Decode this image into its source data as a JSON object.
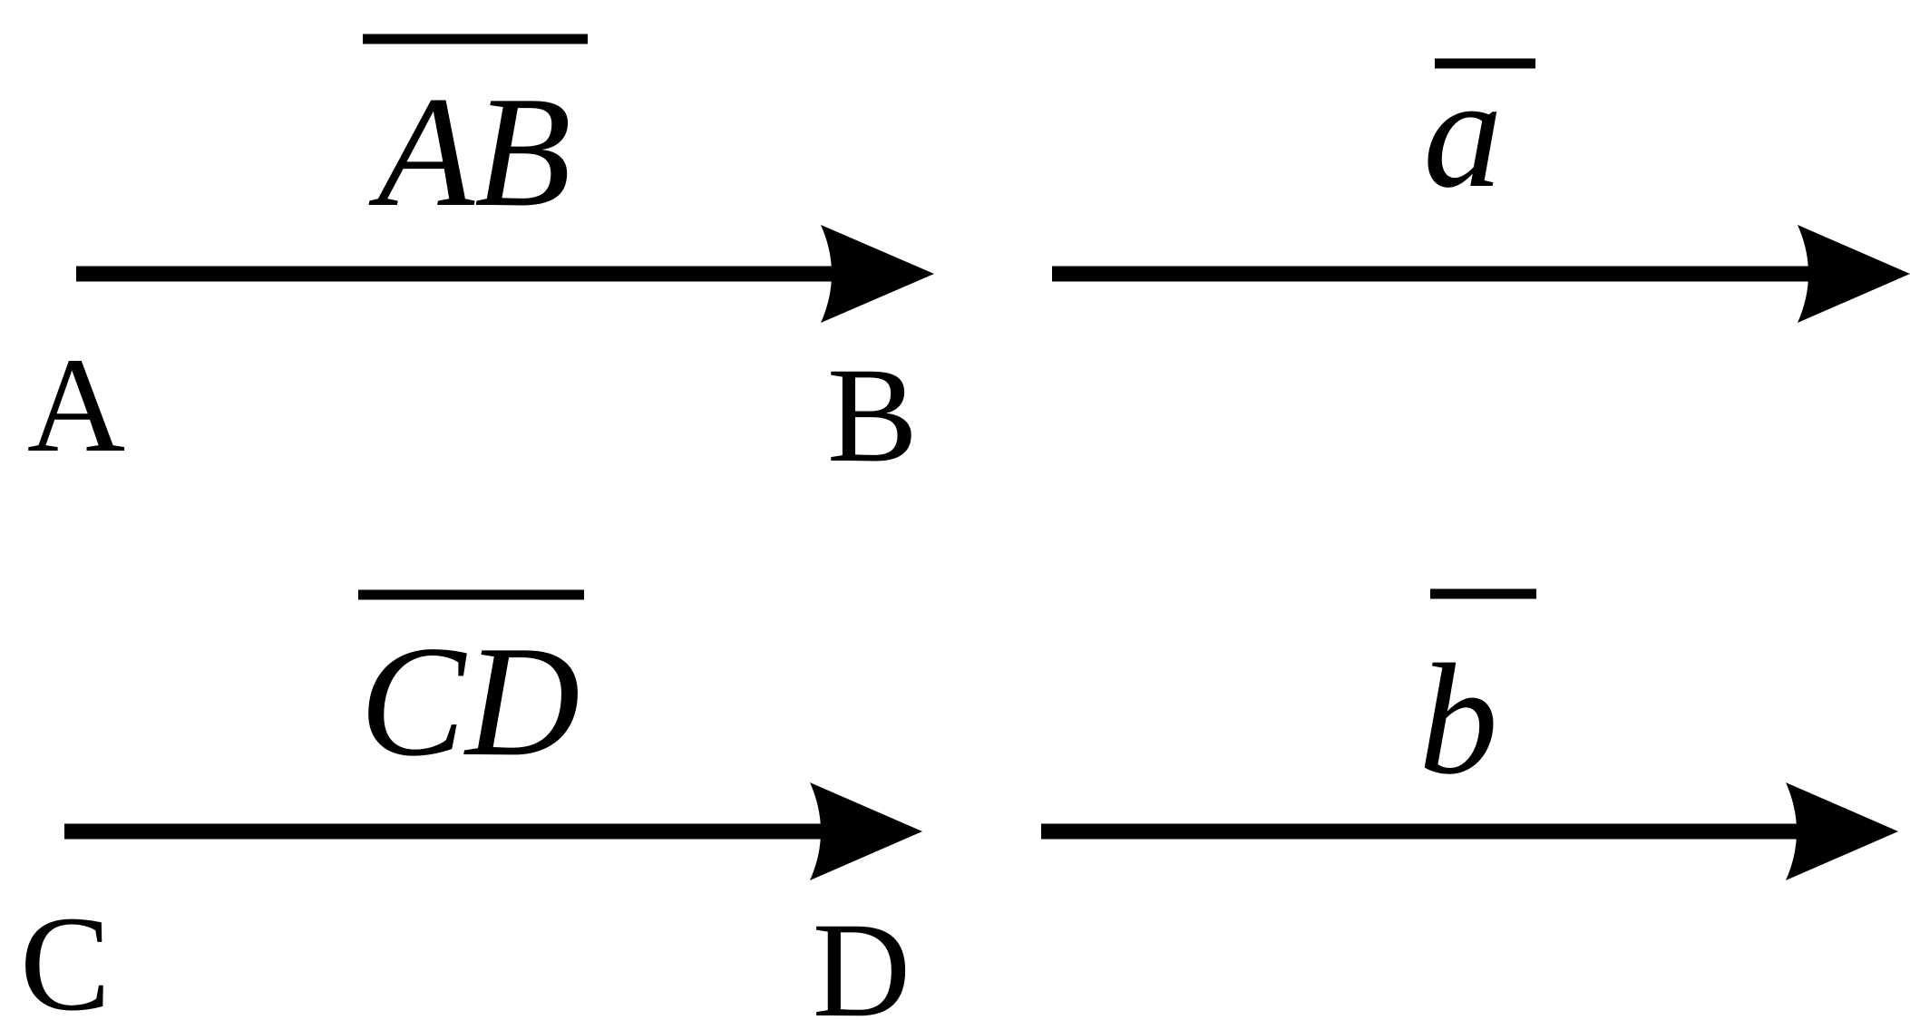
{
  "vectors": [
    {
      "id": "AB",
      "label": "AB",
      "start_point": "A",
      "end_point": "B"
    },
    {
      "id": "a",
      "label": "a"
    },
    {
      "id": "CD",
      "label": "CD",
      "start_point": "C",
      "end_point": "D"
    },
    {
      "id": "b",
      "label": "b"
    }
  ],
  "colors": {
    "stroke": "#000000",
    "background": "#ffffff"
  }
}
